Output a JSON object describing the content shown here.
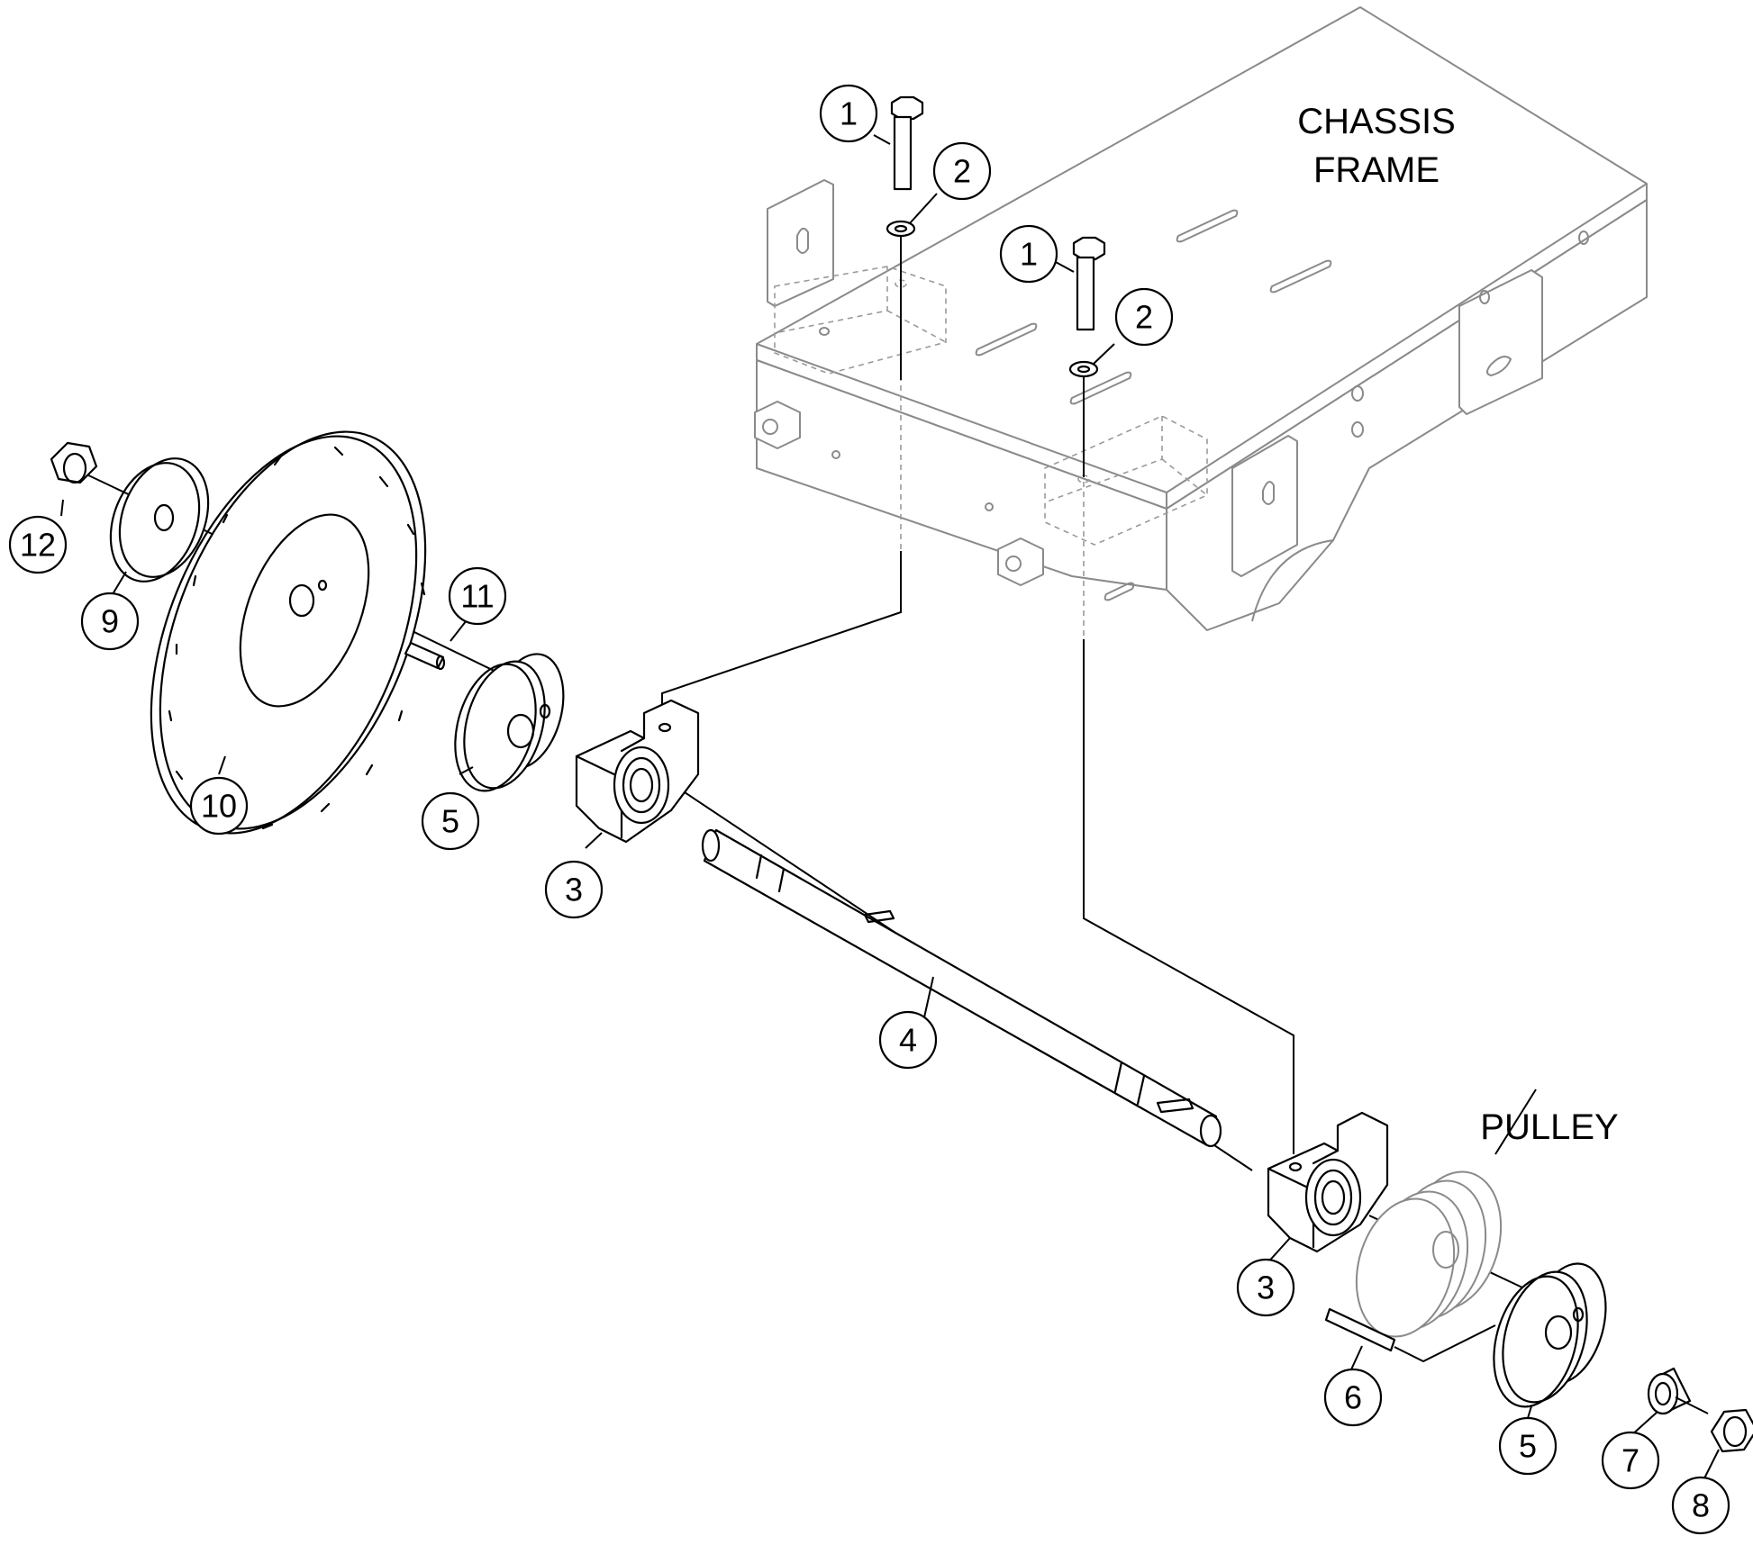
{
  "labels": {
    "chassis_line1": "CHASSIS",
    "chassis_line2": "FRAME",
    "pulley": "PULLEY"
  },
  "callouts": {
    "bolt_a": "1",
    "washer_a": "2",
    "bolt_b": "1",
    "washer_b": "2",
    "nut_left": "12",
    "flange_washer": "9",
    "blade": "10",
    "pin": "11",
    "hub_left": "5",
    "bearing_left": "3",
    "shaft": "4",
    "bearing_right": "3",
    "key": "6",
    "hub_right": "5",
    "spacer": "7",
    "nut_right": "8"
  }
}
